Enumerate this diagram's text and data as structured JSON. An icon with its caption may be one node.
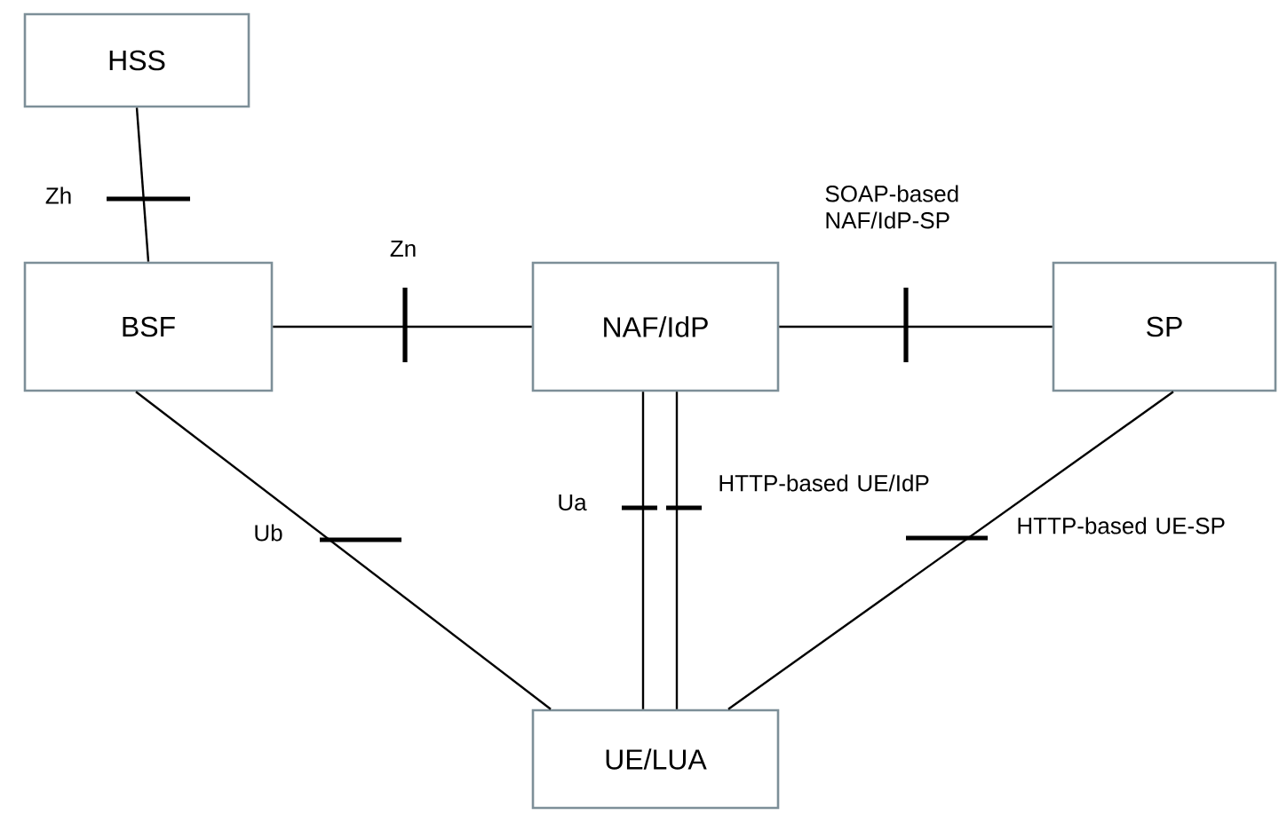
{
  "diagram": {
    "nodes": [
      {
        "text": [
          "HSS"
        ]
      },
      {
        "text": [
          "BSF"
        ]
      },
      {
        "text": [
          "NAF/IdP"
        ]
      },
      {
        "text": [
          "SP"
        ]
      },
      {
        "text": [
          "UE/LUA"
        ]
      }
    ],
    "edges": [
      {
        "from": 0,
        "to": 1,
        "arrow": "none",
        "label": "Zh"
      },
      {
        "from": 1,
        "to": 2,
        "arrow": "none",
        "label": "Zn"
      },
      {
        "from": 2,
        "to": 3,
        "arrow": "none",
        "label": "SOAP-based NAF/IdP-SP"
      },
      {
        "from": 1,
        "to": 4,
        "arrow": "none",
        "label": "Ub"
      },
      {
        "from": 2,
        "to": 4,
        "arrow": "none",
        "label": "Ua"
      },
      {
        "from": 2,
        "to": 4,
        "arrow": "none",
        "label": "HTTP-based UE/IdP"
      },
      {
        "from": 3,
        "to": 4,
        "arrow": "none",
        "label": "HTTP-based UE-SP"
      }
    ]
  }
}
